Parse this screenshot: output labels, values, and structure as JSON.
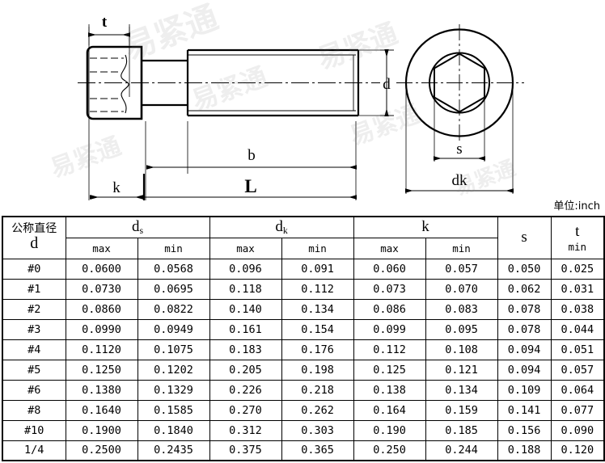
{
  "drawing": {
    "title": "socket-head-cap-screw-dimension-drawing",
    "labels": {
      "t": "t",
      "k": "k",
      "b": "b",
      "L": "L",
      "d": "d",
      "s": "s",
      "dk": "dk"
    },
    "watermarks": [
      "易紧通",
      "易紧通",
      "易紧通",
      "易紧通",
      "易紧通",
      "易紧通"
    ]
  },
  "unit_note": "单位:inch",
  "table": {
    "header": {
      "nominal_cn": "公称直径",
      "nominal_sym": "d",
      "groups": [
        {
          "label": "d",
          "sub": "s",
          "subcols": [
            "max",
            "min"
          ]
        },
        {
          "label": "d",
          "sub": "k",
          "subcols": [
            "max",
            "min"
          ]
        },
        {
          "label": "k",
          "sub": "",
          "subcols": [
            "max",
            "min"
          ]
        }
      ],
      "s_label": "s",
      "t_label": "t",
      "t_sub": "min"
    },
    "columns": [
      "d",
      "ds max",
      "ds min",
      "dk max",
      "dk min",
      "k max",
      "k min",
      "s",
      "t min"
    ],
    "rows": [
      {
        "d": "#0",
        "ds_max": "0.0600",
        "ds_min": "0.0568",
        "dk_max": "0.096",
        "dk_min": "0.091",
        "k_max": "0.060",
        "k_min": "0.057",
        "s": "0.050",
        "t_min": "0.025"
      },
      {
        "d": "#1",
        "ds_max": "0.0730",
        "ds_min": "0.0695",
        "dk_max": "0.118",
        "dk_min": "0.112",
        "k_max": "0.073",
        "k_min": "0.070",
        "s": "0.062",
        "t_min": "0.031"
      },
      {
        "d": "#2",
        "ds_max": "0.0860",
        "ds_min": "0.0822",
        "dk_max": "0.140",
        "dk_min": "0.134",
        "k_max": "0.086",
        "k_min": "0.083",
        "s": "0.078",
        "t_min": "0.038"
      },
      {
        "d": "#3",
        "ds_max": "0.0990",
        "ds_min": "0.0949",
        "dk_max": "0.161",
        "dk_min": "0.154",
        "k_max": "0.099",
        "k_min": "0.095",
        "s": "0.078",
        "t_min": "0.044"
      },
      {
        "d": "#4",
        "ds_max": "0.1120",
        "ds_min": "0.1075",
        "dk_max": "0.183",
        "dk_min": "0.176",
        "k_max": "0.112",
        "k_min": "0.108",
        "s": "0.094",
        "t_min": "0.051"
      },
      {
        "d": "#5",
        "ds_max": "0.1250",
        "ds_min": "0.1202",
        "dk_max": "0.205",
        "dk_min": "0.198",
        "k_max": "0.125",
        "k_min": "0.121",
        "s": "0.094",
        "t_min": "0.057"
      },
      {
        "d": "#6",
        "ds_max": "0.1380",
        "ds_min": "0.1329",
        "dk_max": "0.226",
        "dk_min": "0.218",
        "k_max": "0.138",
        "k_min": "0.134",
        "s": "0.109",
        "t_min": "0.064"
      },
      {
        "d": "#8",
        "ds_max": "0.1640",
        "ds_min": "0.1585",
        "dk_max": "0.270",
        "dk_min": "0.262",
        "k_max": "0.164",
        "k_min": "0.159",
        "s": "0.141",
        "t_min": "0.077"
      },
      {
        "d": "#10",
        "ds_max": "0.1900",
        "ds_min": "0.1840",
        "dk_max": "0.312",
        "dk_min": "0.303",
        "k_max": "0.190",
        "k_min": "0.185",
        "s": "0.156",
        "t_min": "0.090"
      },
      {
        "d": "1/4",
        "ds_max": "0.2500",
        "ds_min": "0.2435",
        "dk_max": "0.375",
        "dk_min": "0.365",
        "k_max": "0.250",
        "k_min": "0.244",
        "s": "0.188",
        "t_min": "0.120"
      }
    ]
  },
  "colors": {
    "line": "#000000",
    "background": "#ffffff",
    "watermark": "rgba(120,120,120,0.13)"
  }
}
